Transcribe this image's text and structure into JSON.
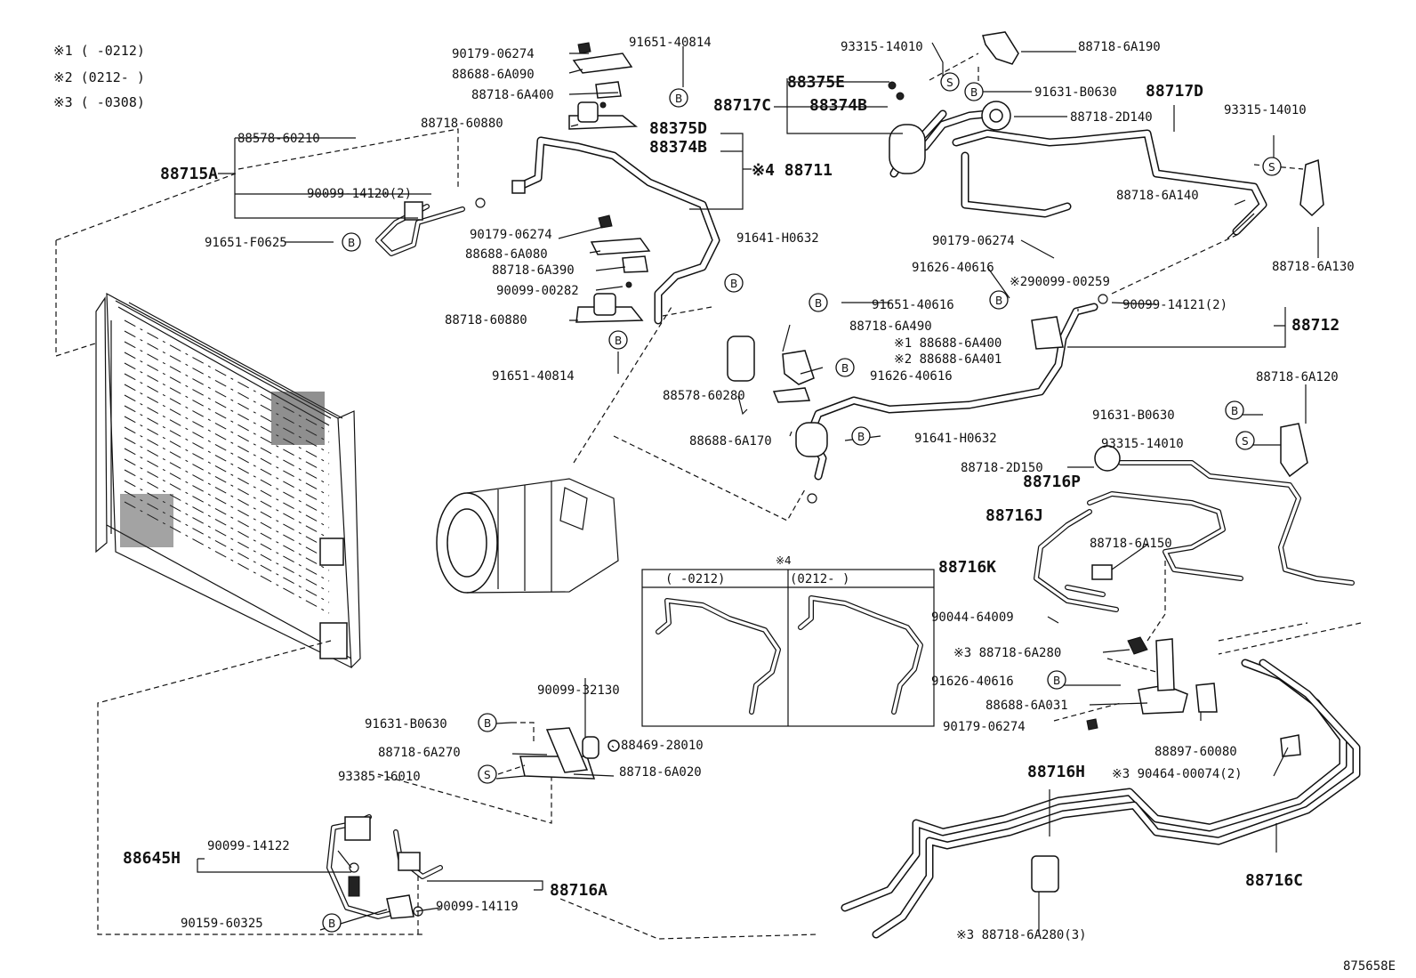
{
  "notes": {
    "n1": "※1 (    -0212)",
    "n2": "※2 (0212-    )",
    "n3": "※3 (    -0308)",
    "n4": "※4",
    "inset_left": "(    -0212)",
    "inset_right": "(0212-    )"
  },
  "markers": {
    "b": "B",
    "s": "S"
  },
  "assemblies": {
    "a88715A": "88715A",
    "a88711": "※4 88711",
    "a88717C": "88717C",
    "a88717D": "88717D",
    "a88712": "88712",
    "a88716P": "88716P",
    "a88716J": "88716J",
    "a88716K": "88716K",
    "a88716H": "88716H",
    "a88716C": "88716C",
    "a88716A": "88716A",
    "a88645H": "88645H",
    "a88375E": "88375E",
    "a88374B_top": "88374B",
    "a88375D": "88375D",
    "a88374B_mid": "88374B"
  },
  "parts": {
    "p1": "88578-60210",
    "p2": "90099-14120(2)",
    "p3": "91651-F0625",
    "p4": "90179-06274",
    "p5": "91651-40814",
    "p6": "88688-6A090",
    "p7": "88718-6A400",
    "p8": "88718-60880",
    "p9": "90179-06274",
    "p10": "88688-6A080",
    "p11": "88718-6A390",
    "p12": "90099-00282",
    "p13": "88718-60880",
    "p14": "91651-40814",
    "p15": "91641-H0632",
    "p16": "93315-14010",
    "p17": "88718-6A190",
    "p18": "91631-B0630",
    "p19": "88718-2D140",
    "p20": "93315-14010",
    "p21": "88718-6A140",
    "p22": "88718-6A130",
    "p23": "90179-06274",
    "p24": "91626-40616",
    "p25": "※290099-00259",
    "p26": "90099-14121(2)",
    "p27": "91651-40616",
    "p28": "88718-6A490",
    "p29": "※1 88688-6A400",
    "p30": "※2 88688-6A401",
    "p31": "91626-40616",
    "p32": "88578-60280",
    "p33": "88688-6A170",
    "p34": "91641-H0632",
    "p35": "88718-6A120",
    "p36": "91631-B0630",
    "p37": "93315-14010",
    "p38": "88718-2D150",
    "p39": "88718-6A150",
    "p40": "90044-64009",
    "p41": "※3 88718-6A280",
    "p42": "91626-40616",
    "p43": "88688-6A031",
    "p44": "90179-06274",
    "p45": "88897-60080",
    "p46": "※3 90464-00074(2)",
    "p47": "90099-32130",
    "p48": "88469-28010",
    "p49": "91631-B0630",
    "p50": "88718-6A270",
    "p51": "88718-6A020",
    "p52": "93385-16010",
    "p53": "90099-14122",
    "p54": "90159-60325",
    "p55": "90099-14119",
    "p56": "※3 88718-6A280(3)"
  },
  "figure_id": "875658E"
}
